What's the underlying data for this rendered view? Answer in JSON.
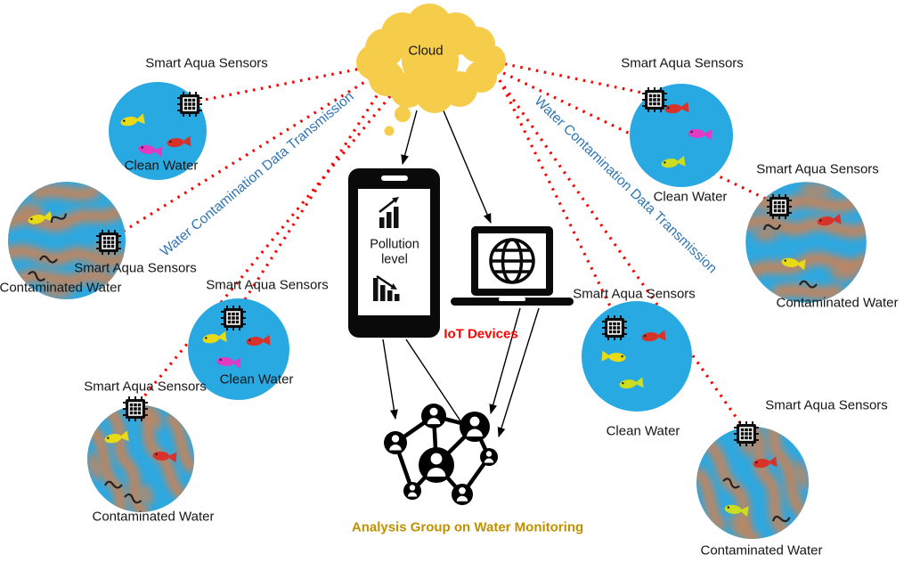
{
  "cloud": {
    "label": "Cloud"
  },
  "transmission_left": {
    "label": "Water Contamination Data Transmission"
  },
  "transmission_right": {
    "label": "Water Contamination Data Transmission"
  },
  "iot_devices": {
    "caption": "IoT Devices",
    "phone_screen_text": "Pollution level"
  },
  "analysis_group": {
    "caption": "Analysis Group on Water Monitoring"
  },
  "nodes": [
    {
      "sensor": "Smart Aqua Sensors",
      "water": "Clean Water",
      "type": "clean"
    },
    {
      "sensor": "Smart Aqua Sensors",
      "water": "Contaminated Water",
      "type": "contaminated"
    },
    {
      "sensor": "Smart Aqua Sensors",
      "water": "Clean Water",
      "type": "clean"
    },
    {
      "sensor": "Smart Aqua Sensors",
      "water": "Contaminated Water",
      "type": "contaminated"
    },
    {
      "sensor": "Smart Aqua Sensors",
      "water": "Clean Water",
      "type": "clean"
    },
    {
      "sensor": "Smart Aqua Sensors",
      "water": "Contaminated Water",
      "type": "contaminated"
    },
    {
      "sensor": "Smart Aqua Sensors",
      "water": "Clean Water",
      "type": "clean"
    },
    {
      "sensor": "Smart Aqua Sensors",
      "water": "Contaminated Water",
      "type": "contaminated"
    }
  ],
  "icons": {
    "sensor": "chip-icon",
    "cloud": "cloud-shape",
    "phone": "smartphone-icon",
    "laptop": "laptop-icon",
    "globe": "globe-icon",
    "analysis": "people-network-icon",
    "fish": "fish-icon"
  },
  "colors": {
    "cloud_fill": "#F6CC4B",
    "clean_water": "#29A9E1",
    "contamination": "#C4845C",
    "dotted_link": "#FF0000",
    "transmission_text": "#2E74B5",
    "iot_caption": "#FF0000",
    "analysis_caption": "#BF9000"
  }
}
